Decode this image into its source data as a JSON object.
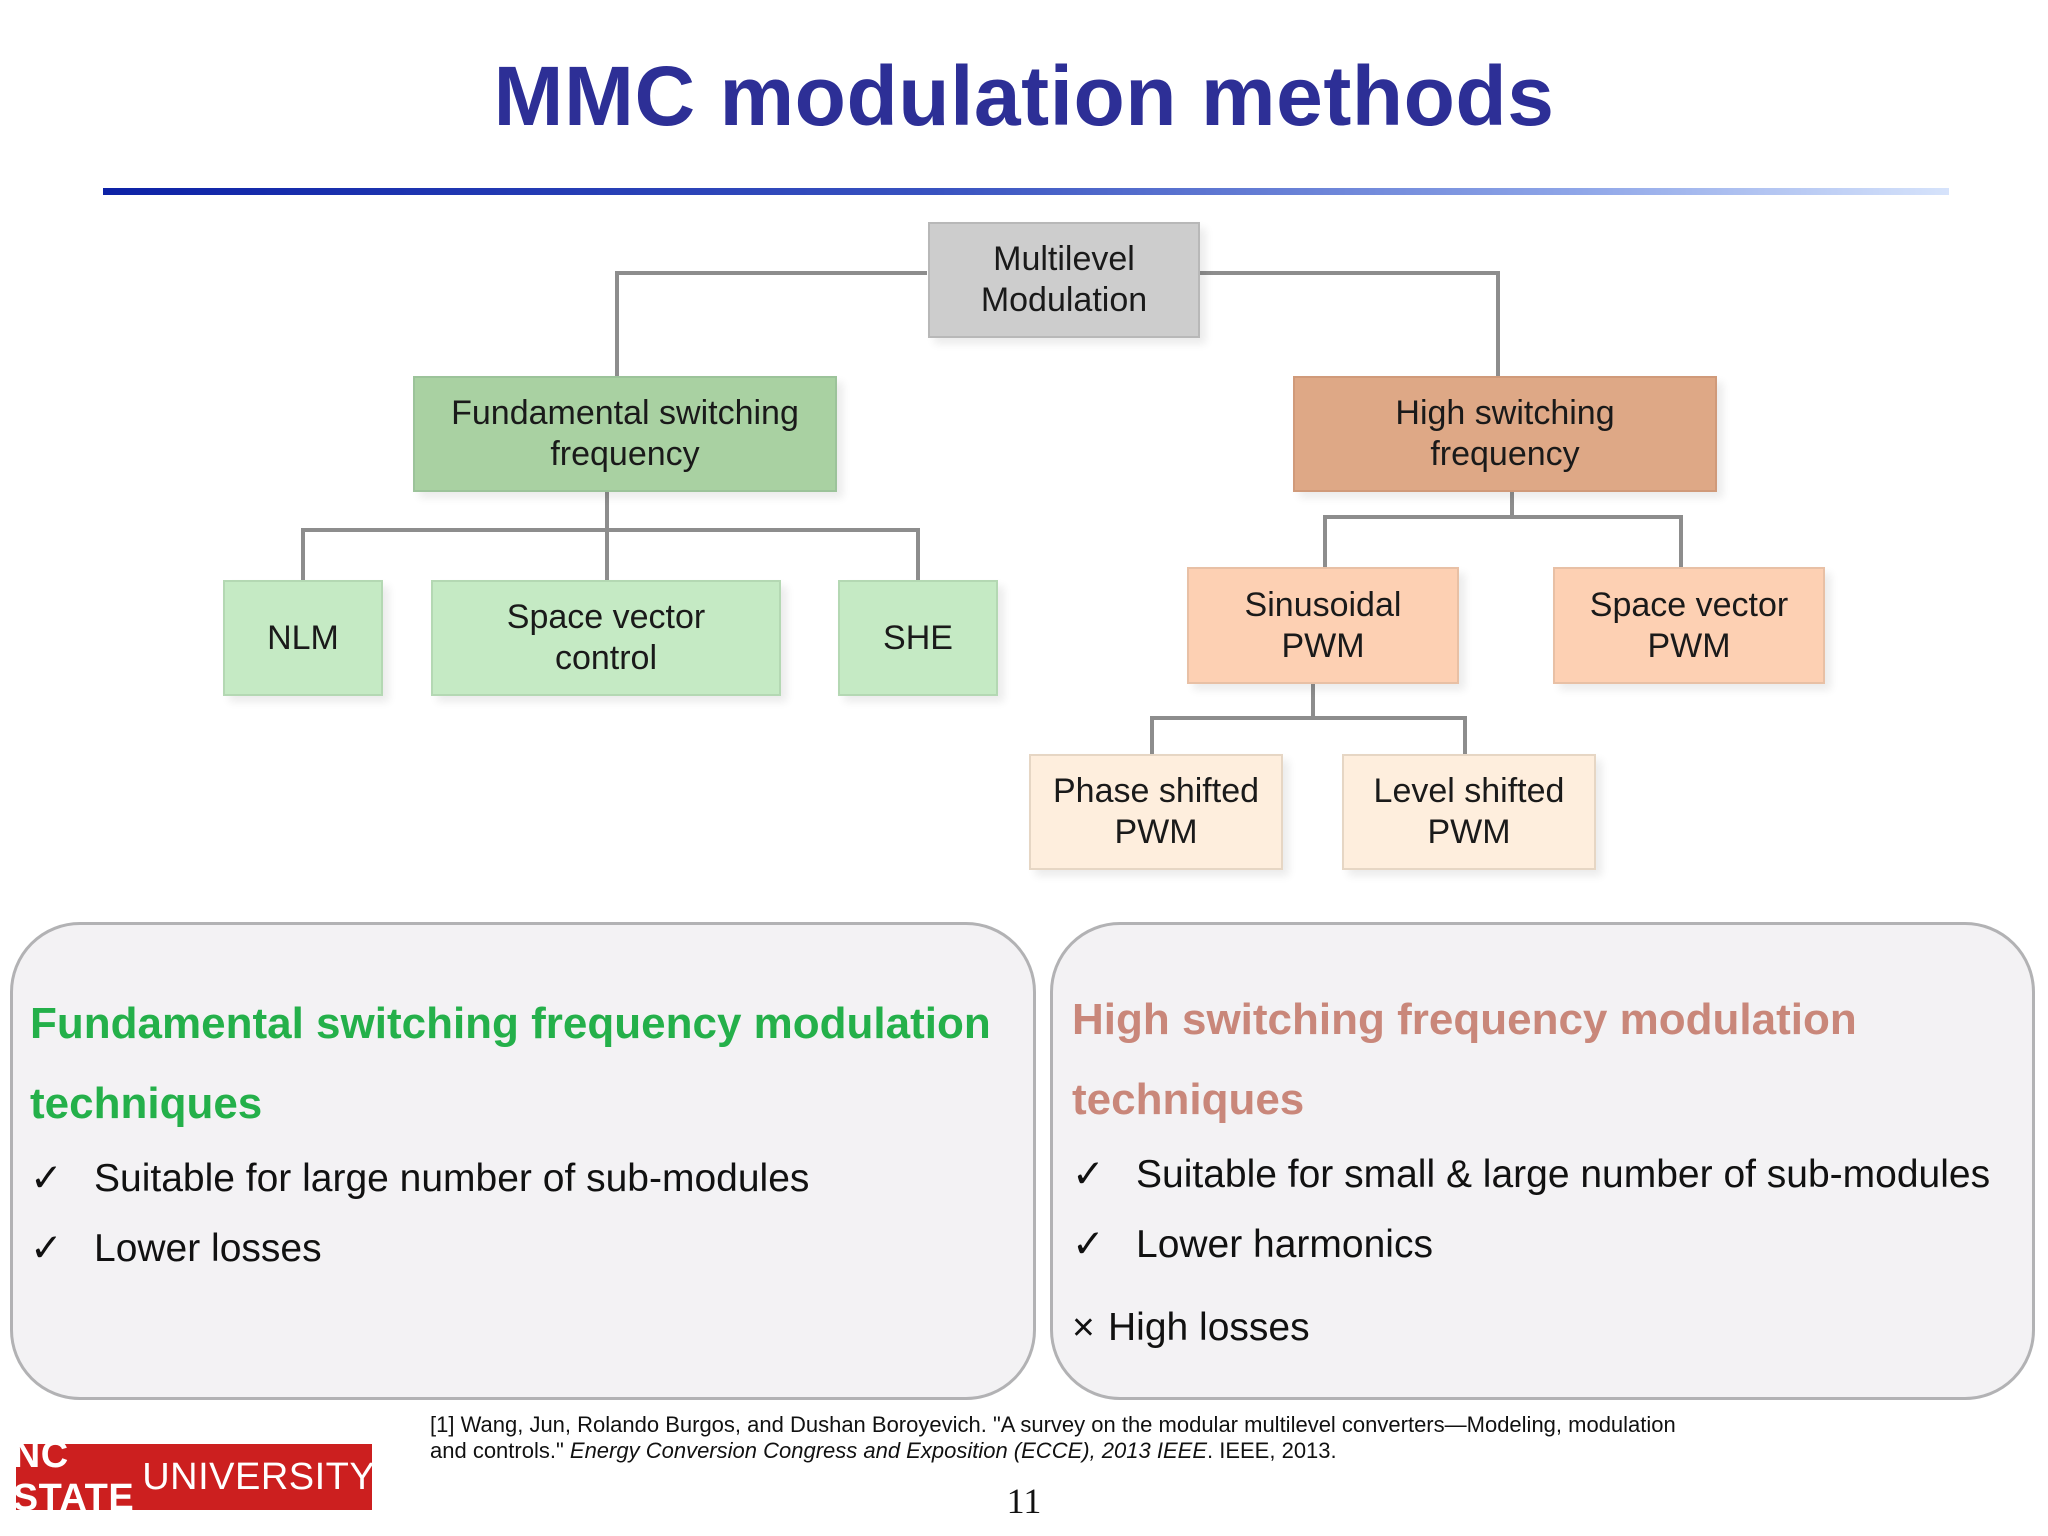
{
  "slide": {
    "title": "MMC modulation methods"
  },
  "tree": {
    "root": "Multilevel\nModulation",
    "fundamental": "Fundamental switching\nfrequency",
    "fundamental_children": [
      "NLM",
      "Space vector\ncontrol",
      "SHE"
    ],
    "high": "High switching\nfrequency",
    "high_children": [
      "Sinusoidal\nPWM",
      "Space vector\nPWM"
    ],
    "sinusoidal_children": [
      "Phase shifted\nPWM",
      "Level shifted\nPWM"
    ]
  },
  "left_panel": {
    "title": "Fundamental switching frequency modulation techniques",
    "bullets": [
      {
        "mark": "✓",
        "text": "Suitable for large number of sub-modules"
      },
      {
        "mark": "✓",
        "text": "Lower losses"
      }
    ]
  },
  "right_panel": {
    "title": "High switching frequency modulation techniques",
    "bullets": [
      {
        "mark": "✓",
        "text": "Suitable for small & large number of sub-modules"
      },
      {
        "mark": "✓",
        "text": "Lower harmonics"
      },
      {
        "mark": "×",
        "text": "High losses"
      }
    ]
  },
  "footer": {
    "citation_main": "[1] Wang, Jun, Rolando Burgos, and Dushan Boroyevich. \"A survey on the modular multilevel converters—Modeling, modulation and controls.\" ",
    "citation_venue": "Energy Conversion Congress and Exposition (ECCE), 2013 IEEE",
    "citation_tail": ". IEEE, 2013.",
    "logo_bold": "NC STATE",
    "logo_regular": "UNIVERSITY",
    "page_number": "11"
  },
  "colors": {
    "title": "#2d2f96",
    "left_title": "#24b04a",
    "right_title": "#c9877a",
    "logo_bg": "#cc1f1f"
  }
}
